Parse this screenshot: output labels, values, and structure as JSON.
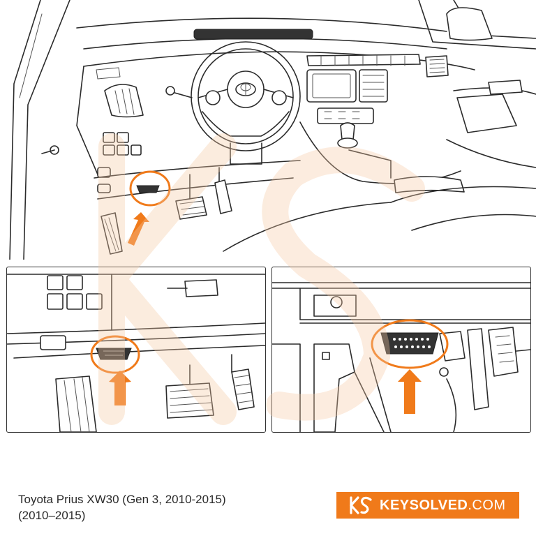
{
  "caption": {
    "line1": "Toyota Prius XW30 (Gen 3, 2010-2015)",
    "line2": "(2010–2015)"
  },
  "brand": {
    "name_bold": "KEYSOLVED",
    "name_light": ".COM",
    "color": "#f07a1a"
  },
  "highlight_color": "#f07a1a",
  "icons": [
    "ks-logo-icon",
    "toyota-logo-icon",
    "obd-port-icon",
    "arrow-up-icon"
  ]
}
